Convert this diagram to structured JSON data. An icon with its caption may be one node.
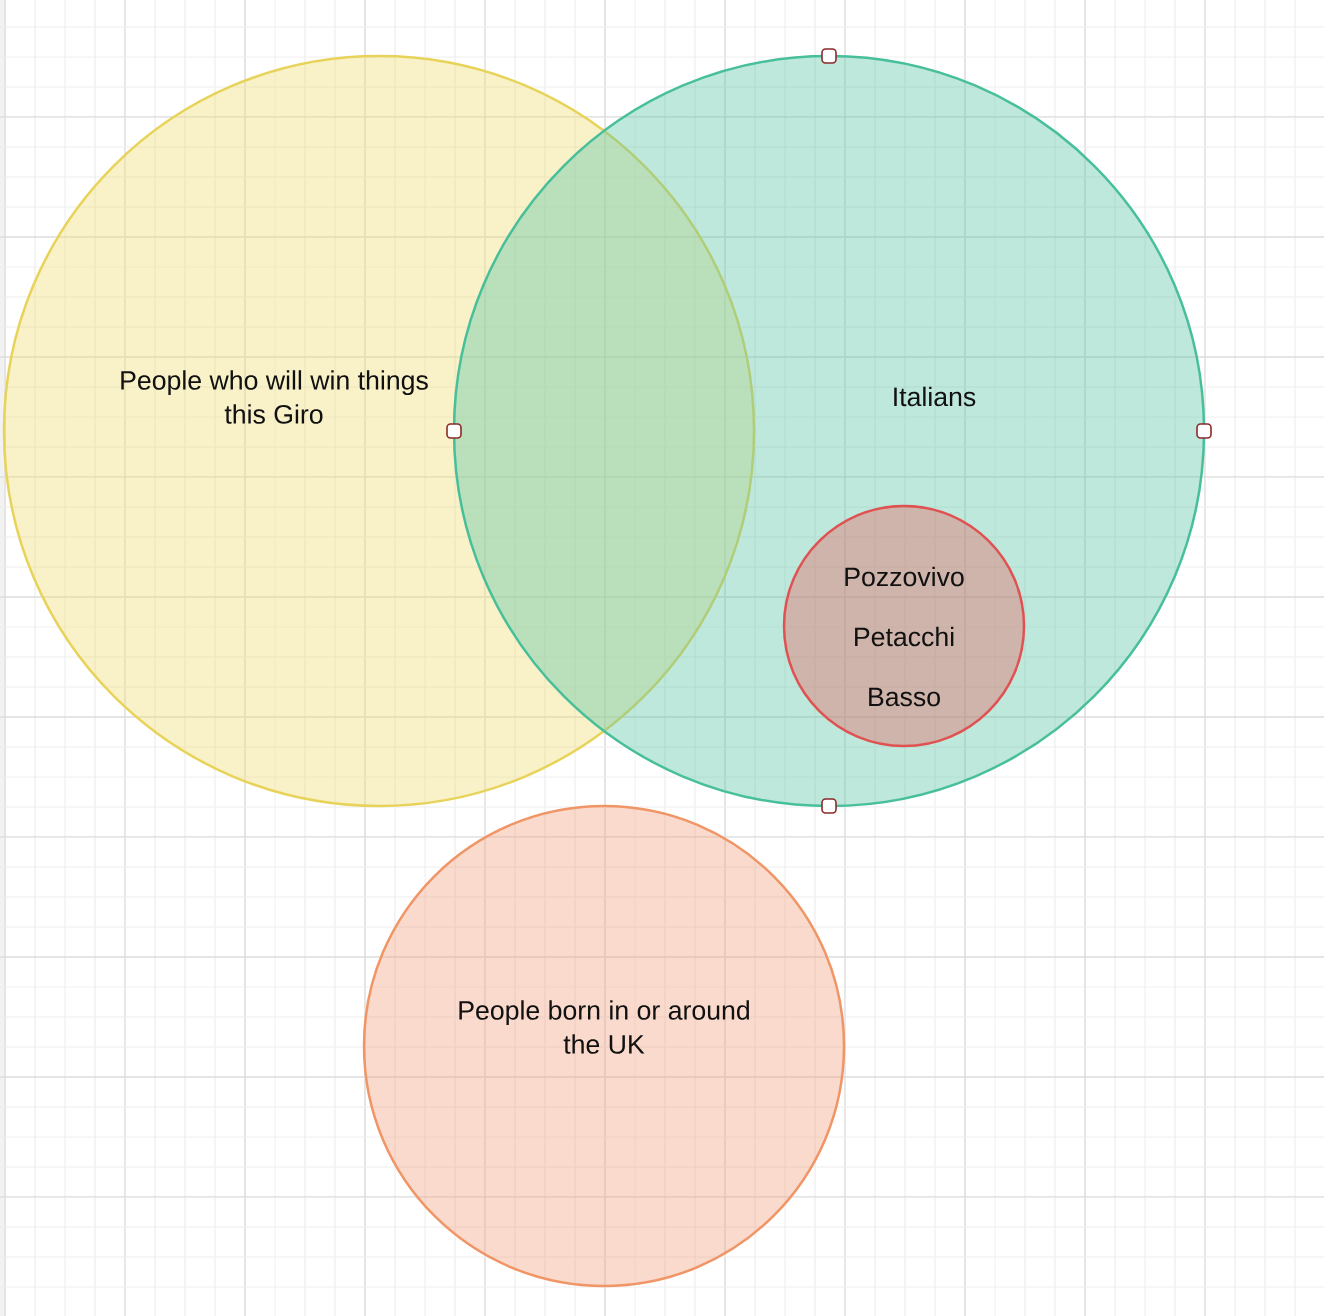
{
  "diagram": {
    "nodes": [
      {
        "text": [
          "People who will win things this Giro"
        ]
      },
      {
        "text": [
          "Italians"
        ]
      },
      {
        "text": [
          "Pozzovivo",
          "Petacchi",
          "Basso"
        ],
        "in": 1
      },
      {
        "text": [
          "People born in or around the UK"
        ]
      }
    ]
  }
}
